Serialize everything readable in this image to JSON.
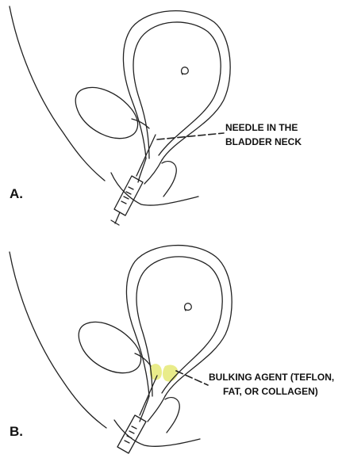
{
  "panels": [
    {
      "label": "A.",
      "callout": [
        "NEEDLE IN THE",
        "BLADDER NECK"
      ]
    },
    {
      "label": "B.",
      "callout": [
        "BULKING AGENT (TEFLON,",
        "FAT, OR COLLAGEN)"
      ]
    }
  ],
  "colors": {
    "line": "#222222",
    "bulking_agent": "#e9ec8a",
    "background": "#ffffff"
  }
}
